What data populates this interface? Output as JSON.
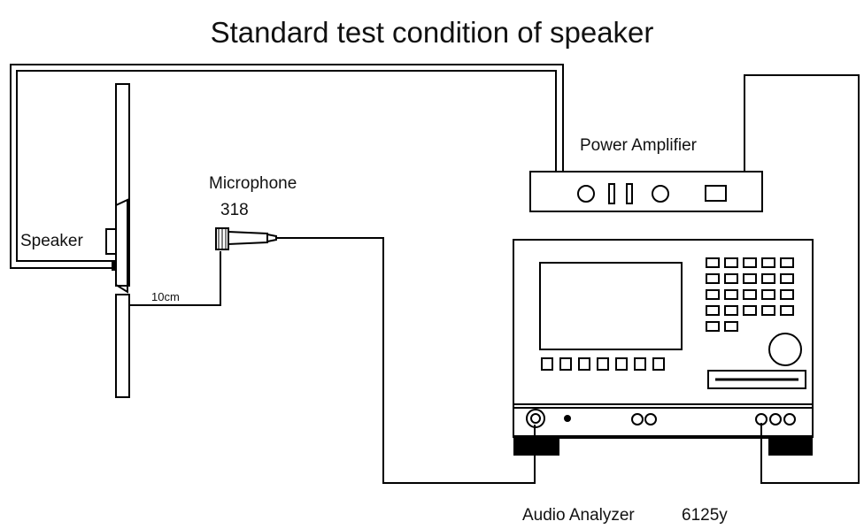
{
  "title": "Standard test condition of speaker",
  "labels": {
    "speaker": "Speaker",
    "microphone": "Microphone",
    "microphone_model": "318",
    "distance": "10cm",
    "power_amplifier": "Power Amplifier",
    "audio_analyzer": "Audio Analyzer",
    "audio_analyzer_model": "6125y"
  },
  "colors": {
    "line": "#000000",
    "background": "#ffffff"
  }
}
